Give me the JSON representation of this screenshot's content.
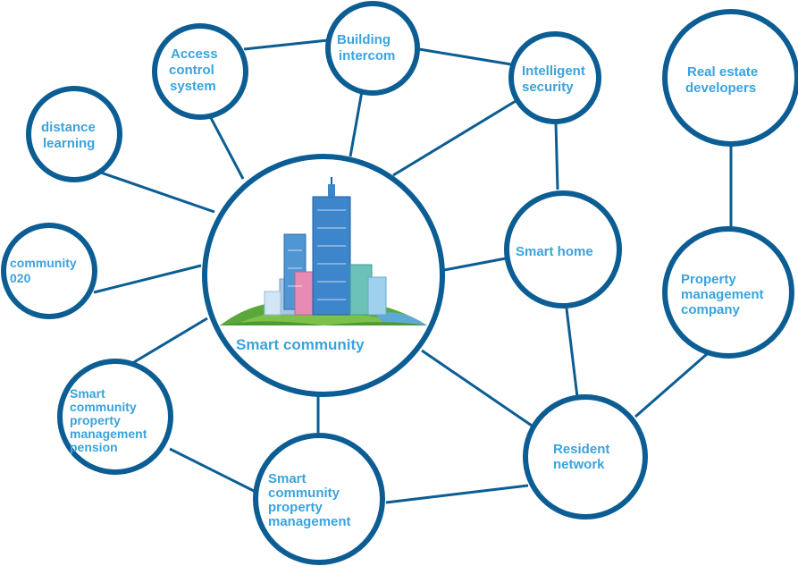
{
  "colors": {
    "stroke": "#0b5d93",
    "label": "#3aa3dc",
    "background": "#ffffff"
  },
  "center": {
    "label": "Smart community",
    "icon": "city-buildings-icon"
  },
  "nodes": {
    "access_control": [
      "Access",
      "control",
      "system"
    ],
    "building_intercom": [
      "Building",
      "intercom"
    ],
    "intelligent_security": [
      "Intelligent",
      "security"
    ],
    "real_estate": [
      "Real estate",
      "developers"
    ],
    "distance_learning": [
      "distance",
      "learning"
    ],
    "smart_home": [
      "Smart home"
    ],
    "community_o2o": [
      "community",
      "020"
    ],
    "property_mgmt_company": [
      "Property",
      "management",
      "company"
    ],
    "pension": [
      "Smart",
      "community",
      "property",
      "management",
      "pension"
    ],
    "resident_network": [
      "Resident",
      "network"
    ],
    "property_mgmt": [
      "Smart",
      "community",
      "property",
      "management"
    ]
  }
}
